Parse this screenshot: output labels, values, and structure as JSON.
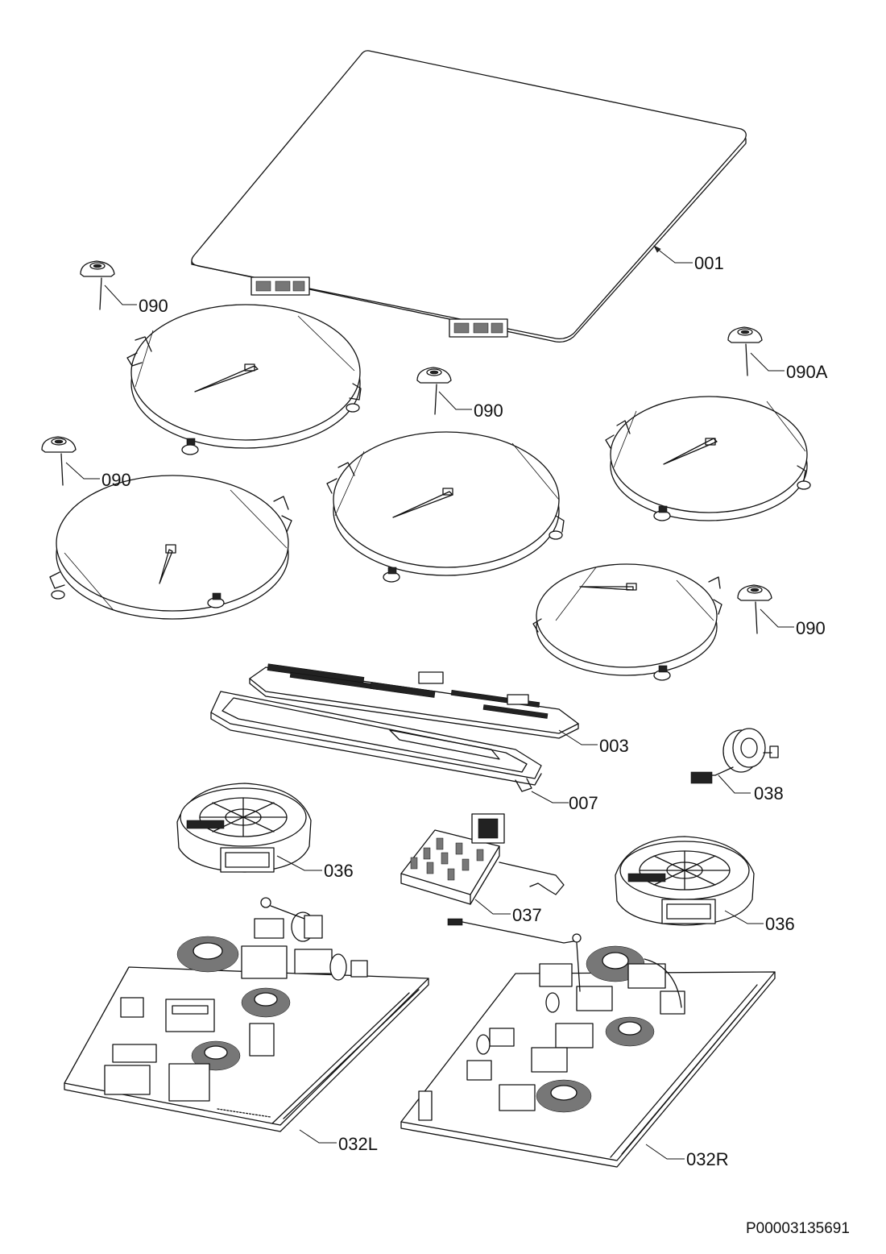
{
  "part_labels": {
    "glass_top": "001",
    "sensor_small_left": "090",
    "sensor_mid": "090",
    "sensor_left": "090",
    "sensor_right_top": "090A",
    "sensor_right_bottom": "090",
    "control_board": "003",
    "control_frame": "007",
    "ferrite_ring": "038",
    "fan_left": "036",
    "fan_right": "036",
    "terminal_block": "037",
    "power_board_left": "032L",
    "power_board_right": "032R"
  },
  "drawing_code": "P00003135691"
}
